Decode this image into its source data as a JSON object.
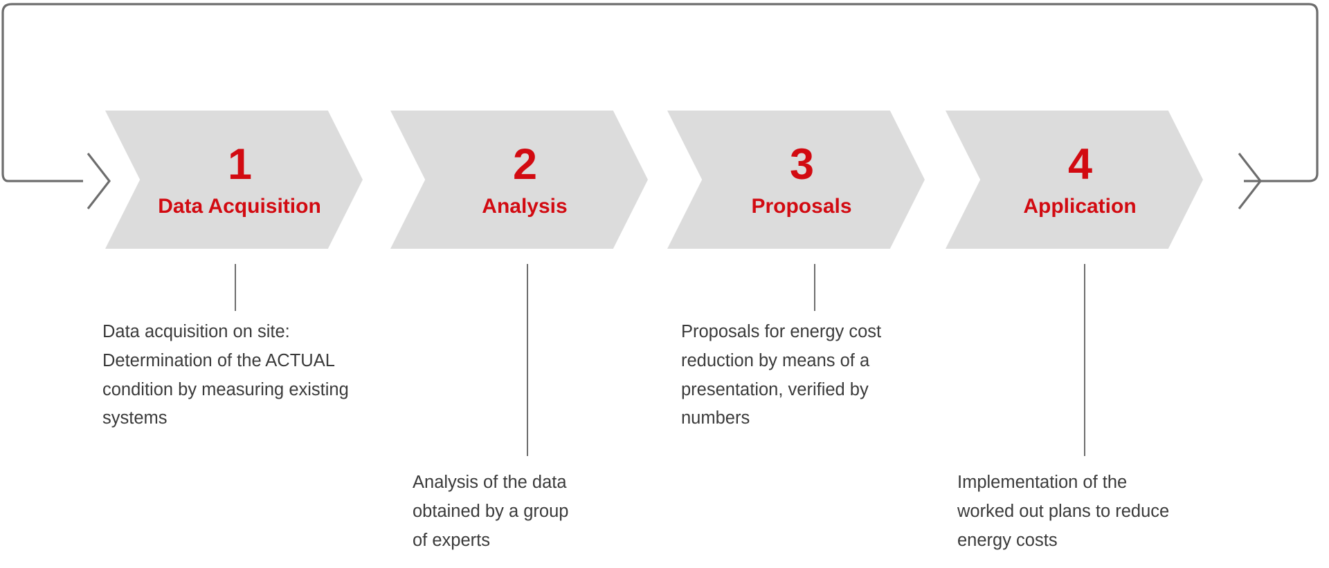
{
  "diagram": {
    "title_hidden": "",
    "colors": {
      "accent_red": "#d20a11",
      "chevron_fill": "#dcdcdc",
      "line_gray": "#6d6d6d",
      "text_gray": "#3a3a3a",
      "background": "#ffffff"
    },
    "loop": {
      "start_arrow_icon": "arrow-right-icon",
      "end_arrow_icon": "chevron-right-icon"
    },
    "steps": [
      {
        "number": "1",
        "label": "Data Acquisition",
        "description_lines": [
          "Data acquisition on site:",
          "Determination of the ACTUAL",
          "condition by measuring existing",
          "systems"
        ]
      },
      {
        "number": "2",
        "label": "Analysis",
        "description_lines": [
          "Analysis of the data",
          "obtained by a group",
          "of experts"
        ]
      },
      {
        "number": "3",
        "label": "Proposals",
        "description_lines": [
          "Proposals for energy cost",
          "reduction by means of a",
          "presentation, verified by",
          "numbers"
        ]
      },
      {
        "number": "4",
        "label": "Application",
        "description_lines": [
          "Implementation of the",
          "worked out plans to reduce",
          "energy costs"
        ]
      }
    ]
  }
}
